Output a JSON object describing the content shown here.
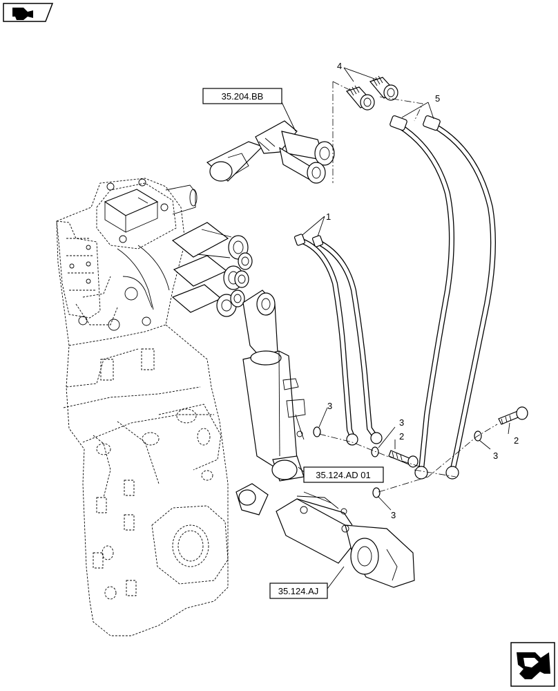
{
  "nav": {
    "prev_icon": "arrow-left-nav-icon",
    "next_icon": "arrow-right-nav-icon"
  },
  "references": {
    "top_valve": "35.204.BB",
    "lift_cylinder": "35.124.AD 01",
    "lower_cylinder": "35.124.AJ"
  },
  "callouts": {
    "item_1": "1",
    "item_2a": "2",
    "item_2b": "2",
    "item_3a": "3",
    "item_3b": "3",
    "item_3c": "3",
    "item_3d": "3",
    "item_4": "4",
    "item_5": "5"
  }
}
